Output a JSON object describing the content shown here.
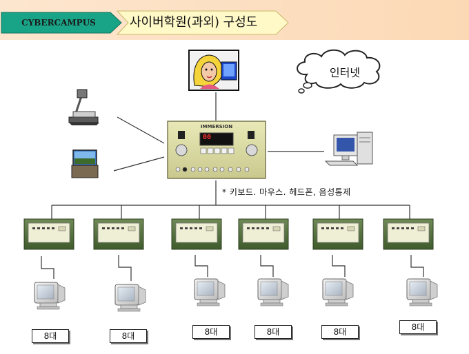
{
  "header": {
    "tag": "CYBERCAMPUS",
    "title": "사이버학원(과외) 구성도",
    "colors": {
      "tag_fill": "#19a487",
      "title_fill": "#fff9c8",
      "banner_bg": "#fde3c8"
    }
  },
  "diagram": {
    "internet_label": "인터넷",
    "controller_brand": "IMMERSION",
    "controller_display": "00",
    "note": "* 키보드. 마우스. 헤드폰, 음성통제",
    "terminals": [
      {
        "count_label": "8대"
      },
      {
        "count_label": "8대"
      },
      {
        "count_label": "8대"
      },
      {
        "count_label": "8대"
      },
      {
        "count_label": "8대"
      },
      {
        "count_label": "8대"
      }
    ]
  }
}
